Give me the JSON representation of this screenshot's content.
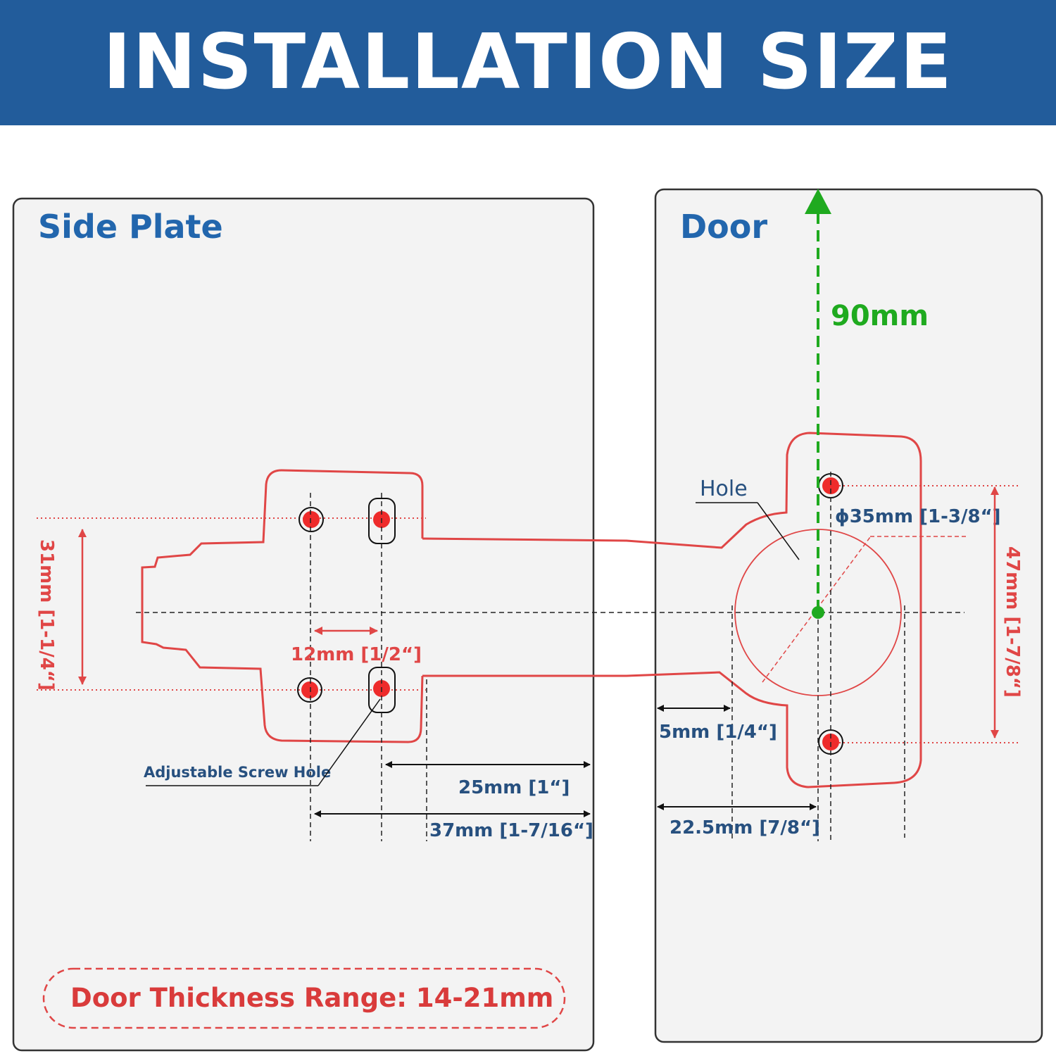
{
  "header": {
    "title": "INSTALLATION SIZE"
  },
  "side_plate": {
    "title": "Side Plate",
    "dim_height": "31mm [1-1/4“]",
    "dim_hole_spacing": "12mm [1/2“]",
    "dim_edge_25": "25mm [1“]",
    "dim_edge_37": "37mm [1-7/16“]",
    "adjustable_screw_hole": "Adjustable Screw Hole",
    "door_thickness": "Door Thickness Range: 14-21mm"
  },
  "door": {
    "title": "Door",
    "dim_90": "90mm",
    "hole_label": "Hole",
    "dim_diameter": "ϕ35mm [1-3/8“]",
    "dim_47": "47mm [1-7/8“]",
    "dim_5": "5mm [1/4“]",
    "dim_22_5": "22.5mm [7/8“]"
  },
  "colors": {
    "banner": "#225c9b",
    "panel_title": "#2266ad",
    "outline_red": "#e04646",
    "hole_red": "#ee2b2b",
    "arrow_green": "#1faa1f",
    "dim_blue": "#27507f"
  }
}
